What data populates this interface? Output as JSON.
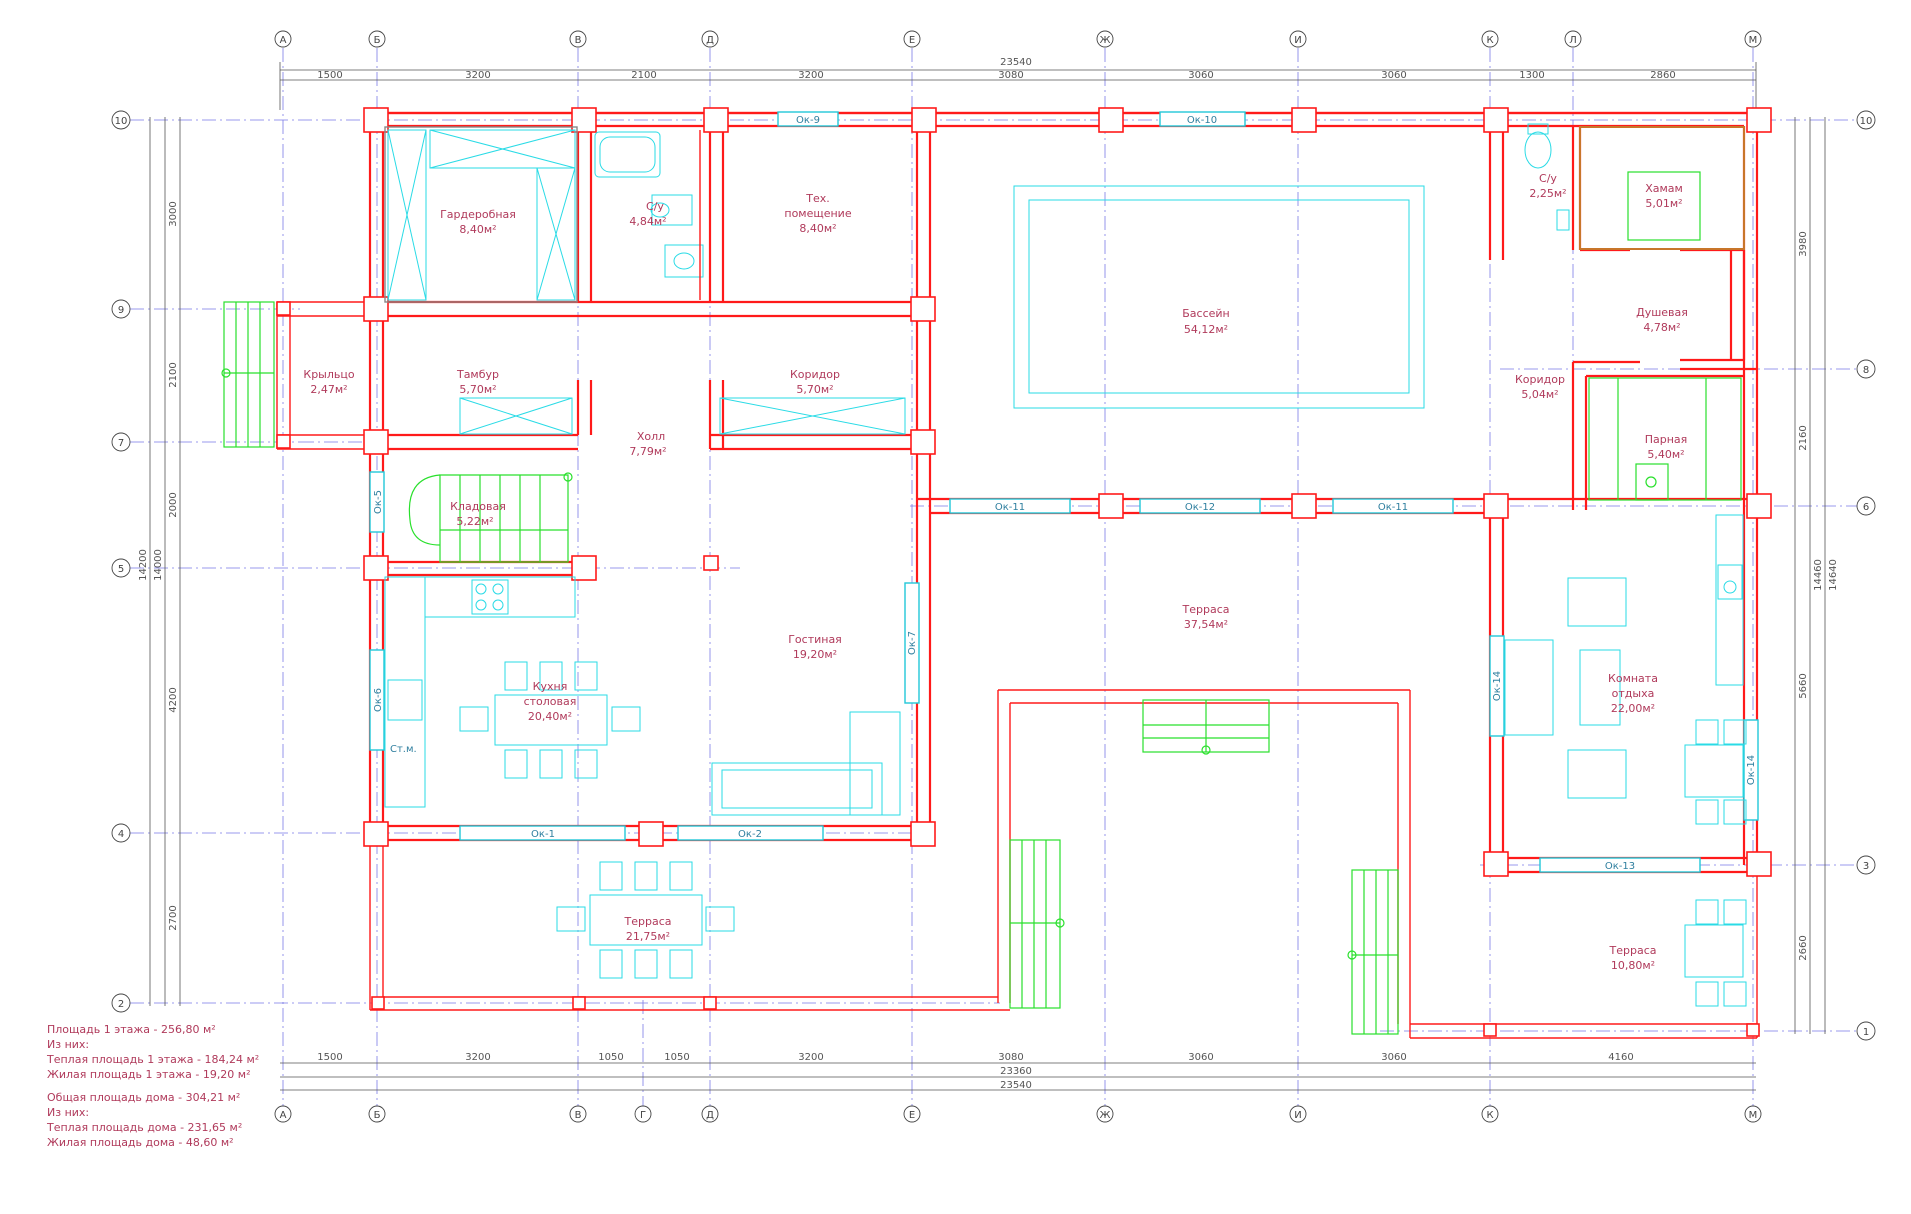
{
  "axes_top": [
    "А",
    "Б",
    "В",
    "Д",
    "Е",
    "Ж",
    "И",
    "К",
    "Л",
    "М"
  ],
  "axes_bottom": [
    "А",
    "Б",
    "В",
    "Г",
    "Д",
    "Е",
    "Ж",
    "И",
    "К",
    "М"
  ],
  "axes_left": [
    "10",
    "9",
    "7",
    "5",
    "4",
    "2"
  ],
  "axes_right": [
    "10",
    "8",
    "6",
    "3",
    "1"
  ],
  "dims": {
    "top_total": "23540",
    "top_segments": [
      "1500",
      "3200",
      "2100",
      "3200",
      "3080",
      "3060",
      "3060",
      "1300",
      "2860"
    ],
    "bottom_segments": [
      "1500",
      "3200",
      "1050",
      "1050",
      "3200",
      "3080",
      "3060",
      "3060",
      "4160"
    ],
    "bottom_total_1": "23360",
    "bottom_total_2": "23540",
    "left_segments": [
      "3000",
      "2100",
      "2000",
      "4200",
      "2700"
    ],
    "left_total_1": "14200",
    "left_total_2": "14000",
    "right_segments": [
      "3980",
      "2160",
      "5660",
      "2660"
    ],
    "right_total_1": "14460",
    "right_total_2": "14640"
  },
  "rooms": [
    {
      "name": "Гардеробная",
      "area": "8,40м²"
    },
    {
      "name": "С/у",
      "area": "4,84м²"
    },
    {
      "name": "Тех.",
      "name2": "помещение",
      "area": "8,40м²"
    },
    {
      "name": "Бассейн",
      "area": "54,12м²"
    },
    {
      "name": "С/у",
      "area": "2,25м²"
    },
    {
      "name": "Хамам",
      "area": "5,01м²"
    },
    {
      "name": "Душевая",
      "area": "4,78м²"
    },
    {
      "name": "Крыльцо",
      "area": "2,47м²"
    },
    {
      "name": "Тамбур",
      "area": "5,70м²"
    },
    {
      "name": "Коридор",
      "area": "5,70м²"
    },
    {
      "name": "Коридор",
      "area": "5,04м²"
    },
    {
      "name": "Парная",
      "area": "5,40м²"
    },
    {
      "name": "Холл",
      "area": "7,79м²"
    },
    {
      "name": "Кладовая",
      "area": "5,22м²"
    },
    {
      "name": "Гостиная",
      "area": "19,20м²"
    },
    {
      "name": "Терраса",
      "area": "37,54м²"
    },
    {
      "name": "Кухня",
      "name2": "столовая",
      "area": "20,40м²"
    },
    {
      "name": "Комната",
      "name2": "отдыха",
      "area": "22,00м²"
    },
    {
      "name": "Терраса",
      "area": "21,75м²"
    },
    {
      "name": "Терраса",
      "area": "10,80м²"
    }
  ],
  "windows": [
    "Ок-9",
    "Ок-10",
    "Ок-11",
    "Ок-12",
    "Ок-11",
    "Ок-5",
    "Ок-7",
    "Ок-6",
    "Ок-1",
    "Ок-2",
    "Ок-14",
    "Ок-14",
    "Ок-13"
  ],
  "appliances": {
    "washer": "Ст.м."
  },
  "summary": [
    "Площадь 1 этажа - 256,80 м²",
    "Из них:",
    "Теплая площадь 1 этажа - 184,24 м²",
    "Жилая площадь 1 этажа - 19,20 м²",
    "Общая площадь дома - 304,21 м²",
    "Из них:",
    "Теплая площадь дома - 231,65 м²",
    "Жилая площадь дома - 48,60 м²"
  ]
}
